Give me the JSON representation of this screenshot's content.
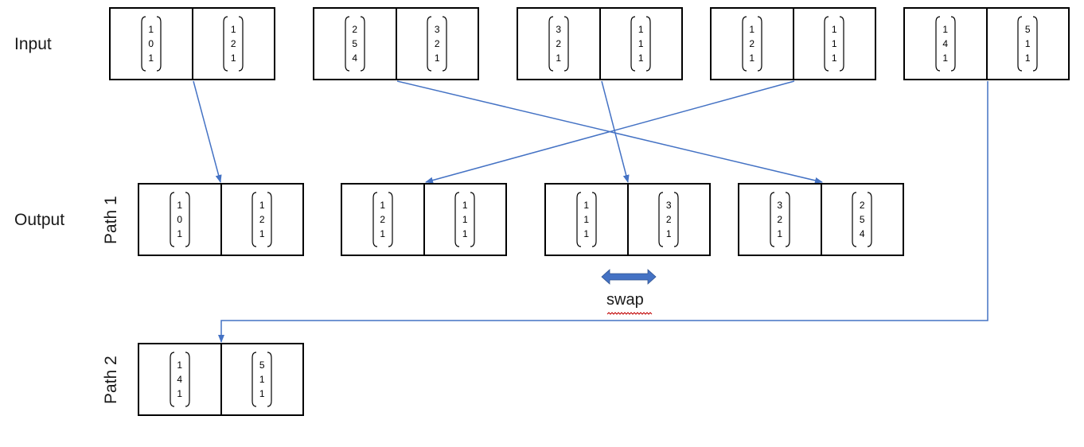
{
  "labels": {
    "input": "Input",
    "output": "Output",
    "path1": "Path 1",
    "path2": "Path 2",
    "swap": "swap"
  },
  "input_pairs": [
    {
      "left": [
        "1",
        "0",
        "1"
      ],
      "right": [
        "1",
        "2",
        "1"
      ]
    },
    {
      "left": [
        "2",
        "5",
        "4"
      ],
      "right": [
        "3",
        "2",
        "1"
      ]
    },
    {
      "left": [
        "3",
        "2",
        "1"
      ],
      "right": [
        "1",
        "1",
        "1"
      ]
    },
    {
      "left": [
        "1",
        "2",
        "1"
      ],
      "right": [
        "1",
        "1",
        "1"
      ]
    },
    {
      "left": [
        "1",
        "4",
        "1"
      ],
      "right": [
        "5",
        "1",
        "1"
      ]
    }
  ],
  "path1_pairs": [
    {
      "left": [
        "1",
        "0",
        "1"
      ],
      "right": [
        "1",
        "2",
        "1"
      ]
    },
    {
      "left": [
        "1",
        "2",
        "1"
      ],
      "right": [
        "1",
        "1",
        "1"
      ]
    },
    {
      "left": [
        "1",
        "1",
        "1"
      ],
      "right": [
        "3",
        "2",
        "1"
      ]
    },
    {
      "left": [
        "3",
        "2",
        "1"
      ],
      "right": [
        "2",
        "5",
        "4"
      ]
    }
  ],
  "path2_pairs": [
    {
      "left": [
        "1",
        "4",
        "1"
      ],
      "right": [
        "5",
        "1",
        "1"
      ]
    }
  ],
  "colors": {
    "connector": "#4472c4",
    "swap_arrow": "#4472c4",
    "border": "#000000",
    "squiggle": "#c00000"
  }
}
